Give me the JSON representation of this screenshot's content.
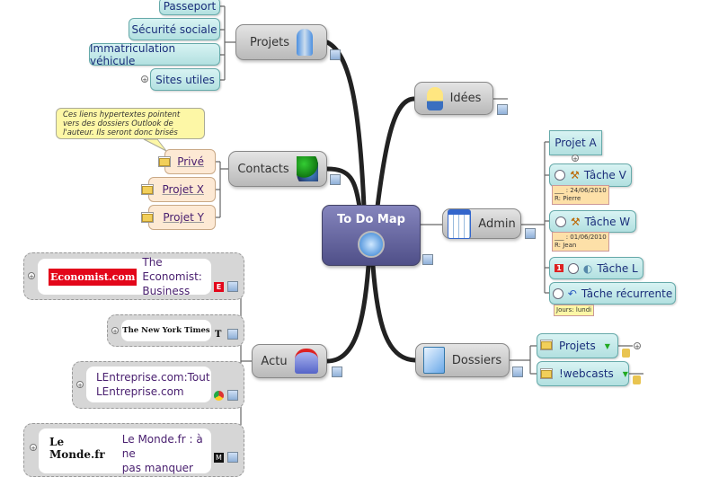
{
  "central": {
    "title": "To Do Map"
  },
  "projets": {
    "label": "Projets",
    "children": [
      "Passeport",
      "Sécurité sociale",
      "Immatriculation véhicule",
      "Sites utiles"
    ]
  },
  "contacts": {
    "label": "Contacts",
    "callout": "Ces liens hypertextes pointent vers des dossiers Outlook de l'auteur. Ils seront donc brisés",
    "children": [
      "Privé",
      "Projet X",
      "Projet Y"
    ]
  },
  "idees": {
    "label": "Idées"
  },
  "admin": {
    "label": "Admin",
    "children": [
      {
        "label": "Projet A"
      },
      {
        "label": "Tâche V",
        "note1": "___ : 24/06/2010",
        "note2": "R: Pierre"
      },
      {
        "label": "Tâche W",
        "note1": "___ : 01/06/2010",
        "note2": "R: Jean"
      },
      {
        "label": "Tâche L",
        "priority": "1"
      },
      {
        "label": "Tâche récurrente",
        "note1": "Jours: lundi"
      }
    ]
  },
  "dossiers": {
    "label": "Dossiers",
    "children": [
      "Projets",
      "!webcasts"
    ]
  },
  "actu": {
    "label": "Actu",
    "children": [
      {
        "logo": "Economist.com",
        "text1": "The Economist:",
        "text2": "Business",
        "badge": "E"
      },
      {
        "logo": "The New York Times",
        "badge": "T"
      },
      {
        "text1": "LEntreprise.com:Tout",
        "text2": "LEntreprise.com"
      },
      {
        "logo": "Le Monde.fr",
        "text1": "Le Monde.fr : à ne",
        "text2": "pas manquer",
        "badge": "M"
      }
    ]
  },
  "colors": {
    "central": "#5e5e98",
    "branch": "#222222"
  }
}
